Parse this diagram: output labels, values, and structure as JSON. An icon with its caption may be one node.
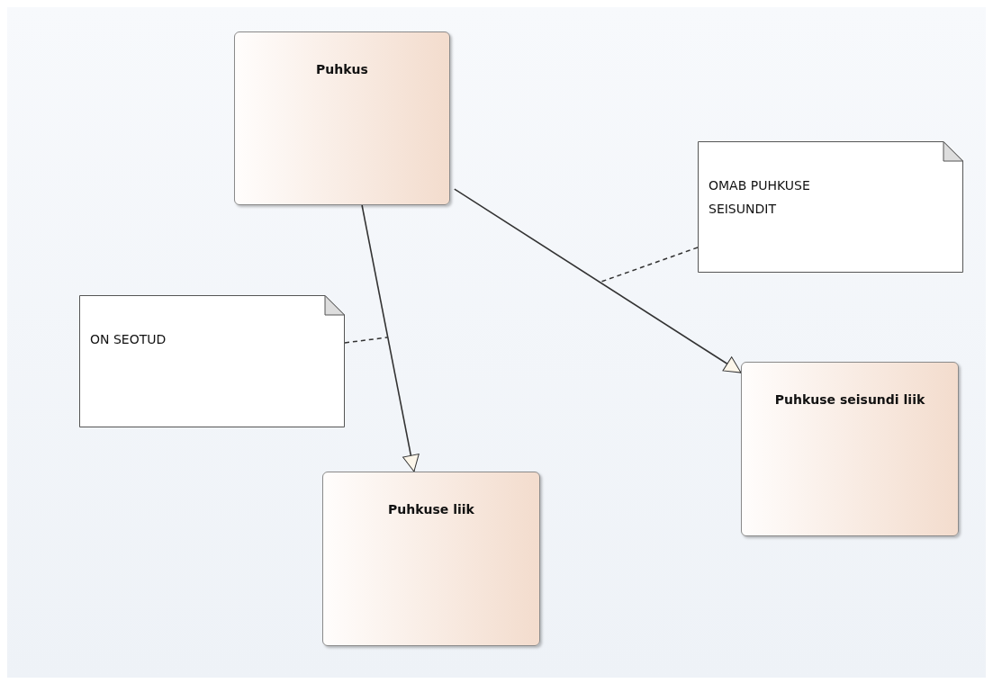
{
  "diagram": {
    "nodes": [
      {
        "text": [
          "Puhkus"
        ]
      },
      {
        "text": [
          "OMAB PUHKUSE SEISUNDIT"
        ]
      },
      {
        "text": [
          "ON SEOTUD"
        ]
      },
      {
        "text": [
          "Puhkuse seisundi liik"
        ]
      },
      {
        "text": [
          "Puhkuse liik"
        ]
      }
    ],
    "edges": [
      {
        "from": 0,
        "to": 4,
        "arrow": "to"
      },
      {
        "from": 0,
        "to": 3,
        "arrow": "to"
      },
      {
        "from": 1,
        "to": null,
        "arrow": "none",
        "style": "dashed"
      },
      {
        "from": 2,
        "to": null,
        "arrow": "none",
        "style": "dashed"
      }
    ]
  }
}
